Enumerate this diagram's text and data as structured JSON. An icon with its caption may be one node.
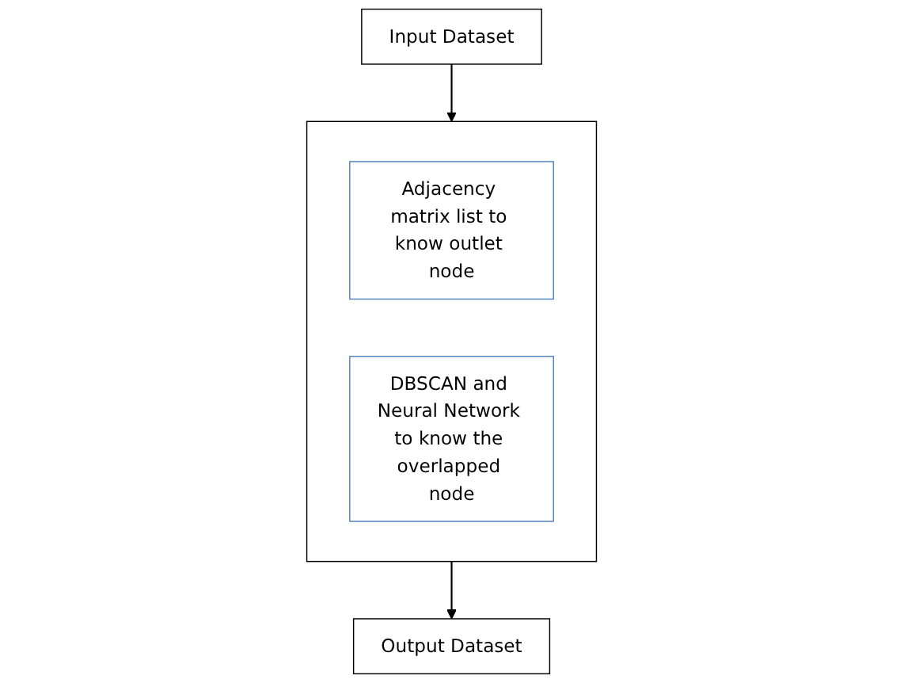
{
  "diagram": {
    "nodes": [
      {
        "text": [
          "Input Dataset"
        ]
      },
      {
        "text": [],
        "shape": "box"
      },
      {
        "text": [
          "Adjacency matrix list to know outlet node"
        ],
        "in": 1
      },
      {
        "text": [
          "DBSCAN and Neural Network to know the overlapped node"
        ],
        "in": 1
      },
      {
        "text": [
          "Output Dataset"
        ]
      }
    ],
    "edges": [
      {
        "from": 0,
        "to": 1,
        "arrow": "to"
      },
      {
        "from": 1,
        "to": 4,
        "arrow": "to"
      }
    ]
  }
}
